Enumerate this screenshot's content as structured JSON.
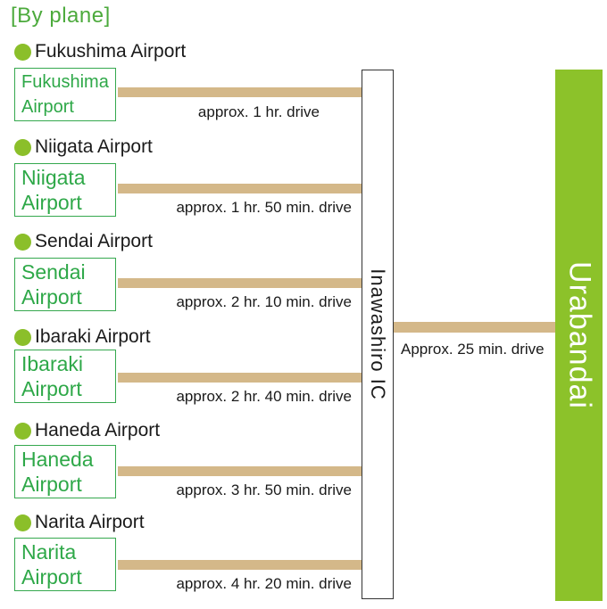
{
  "section_title": "[By plane]",
  "airports": [
    {
      "heading": "Fukushima Airport",
      "box_line1": "Fukushima",
      "box_line2": "Airport",
      "drive": "approx. 1 hr. drive"
    },
    {
      "heading": "Niigata Airport",
      "box_line1": "Niigata",
      "box_line2": "Airport",
      "drive": "approx. 1 hr. 50 min. drive"
    },
    {
      "heading": "Sendai Airport",
      "box_line1": "Sendai",
      "box_line2": "Airport",
      "drive": "approx. 2 hr. 10 min. drive"
    },
    {
      "heading": "Ibaraki Airport",
      "box_line1": "Ibaraki",
      "box_line2": "Airport",
      "drive": "approx. 2 hr. 40 min. drive"
    },
    {
      "heading": "Haneda Airport",
      "box_line1": "Haneda",
      "box_line2": "Airport",
      "drive": "approx. 3 hr. 50 min. drive"
    },
    {
      "heading": "Narita Airport",
      "box_line1": "Narita",
      "box_line2": "Airport",
      "drive": "approx. 4 hr. 20 min. drive"
    }
  ],
  "interchange": "Inawashiro IC",
  "connector_drive": "Approx. 25 min. drive",
  "destination": "Urabandai",
  "colors": {
    "accent_green": "#8cc22a",
    "box_green": "#2ea848",
    "road": "#d4b889"
  }
}
